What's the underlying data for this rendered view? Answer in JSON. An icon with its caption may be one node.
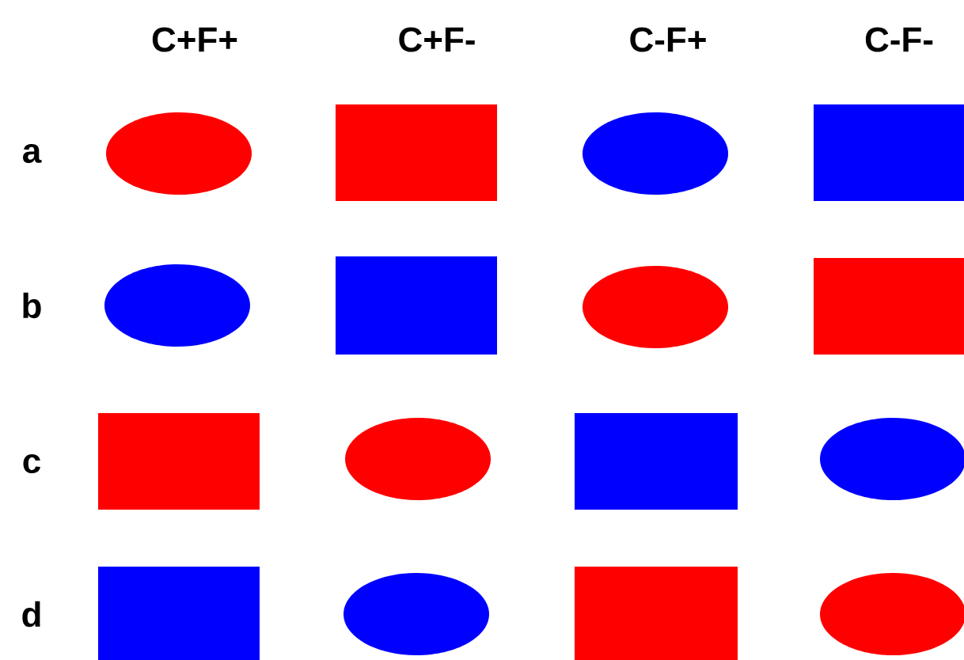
{
  "diagram": {
    "nodes": [
      {
        "text": [],
        "shape": "ellipse"
      },
      {
        "text": [],
        "shape": "box"
      },
      {
        "text": [],
        "shape": "ellipse"
      },
      {
        "text": [],
        "shape": "box"
      },
      {
        "text": [],
        "shape": "ellipse"
      },
      {
        "text": [],
        "shape": "box"
      },
      {
        "text": [],
        "shape": "ellipse"
      },
      {
        "text": [],
        "shape": "box"
      },
      {
        "text": [],
        "shape": "box"
      },
      {
        "text": [],
        "shape": "ellipse"
      },
      {
        "text": [],
        "shape": "box"
      },
      {
        "text": [],
        "shape": "ellipse"
      },
      {
        "text": [],
        "shape": "box"
      },
      {
        "text": [],
        "shape": "ellipse"
      },
      {
        "text": [],
        "shape": "box"
      },
      {
        "text": [],
        "shape": "ellipse"
      }
    ],
    "labels": [
      "C+F+",
      "C+F-",
      "C-F+",
      "C-F-",
      "a",
      "b",
      "c",
      "d"
    ]
  }
}
